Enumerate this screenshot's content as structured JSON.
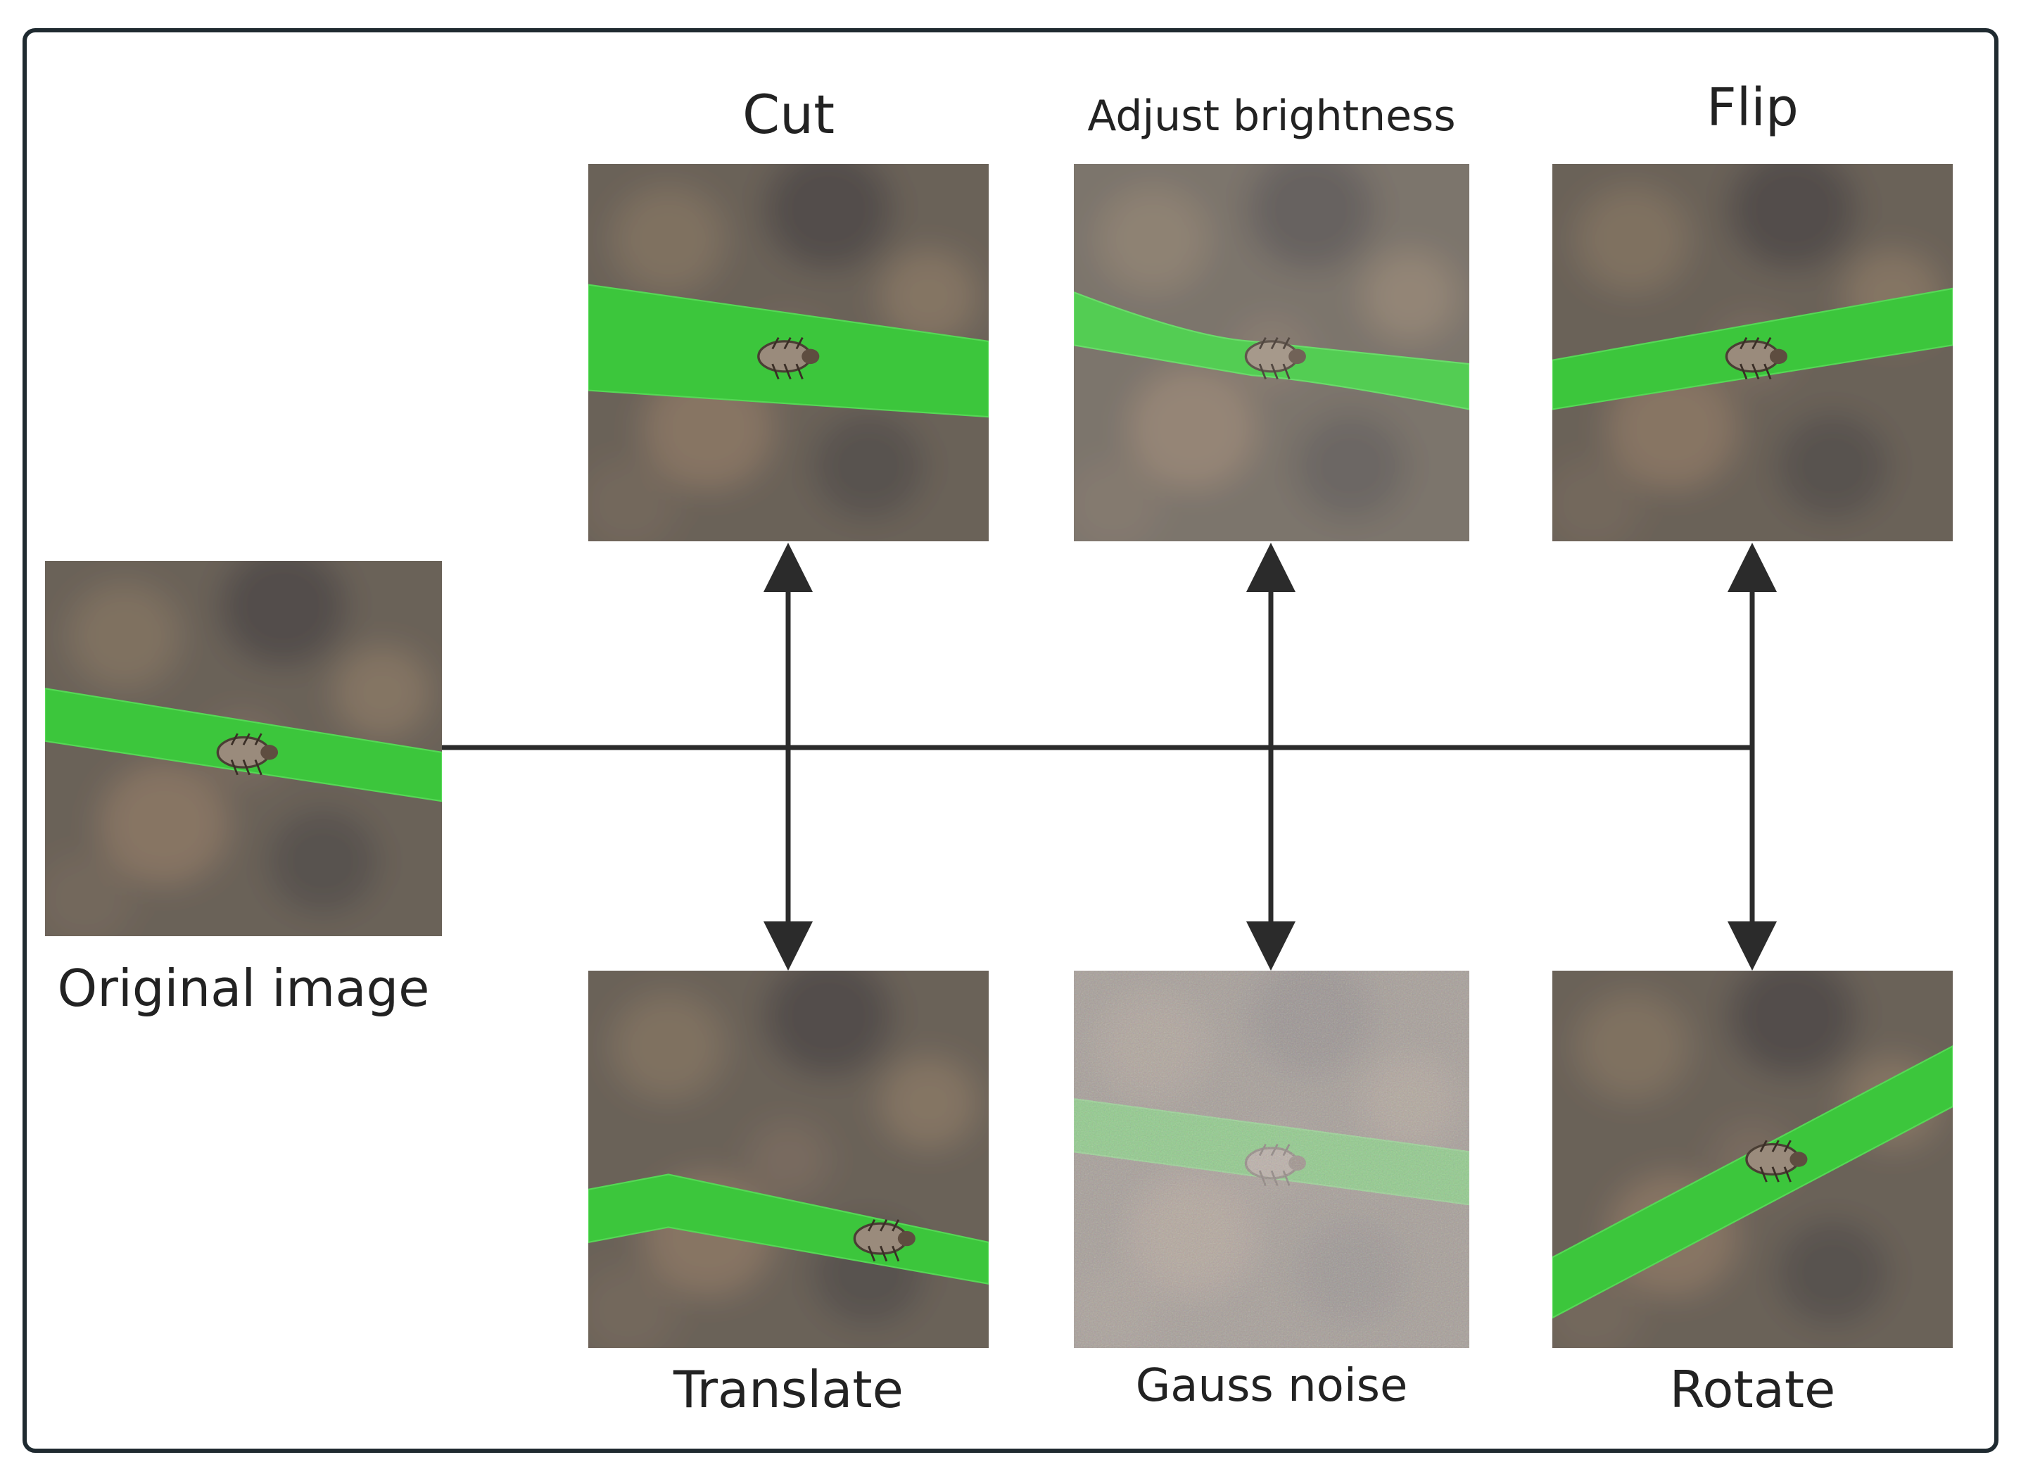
{
  "diagram": {
    "original": {
      "label": "Original image"
    },
    "augmentations": [
      {
        "id": "cut",
        "label": "Cut"
      },
      {
        "id": "brightness",
        "label": "Adjust brightness"
      },
      {
        "id": "flip",
        "label": "Flip"
      },
      {
        "id": "translate",
        "label": "Translate"
      },
      {
        "id": "noise",
        "label": "Gauss noise"
      },
      {
        "id": "rotate",
        "label": "Rotate"
      }
    ]
  },
  "colors": {
    "frame": "#1f2a30",
    "connector": "#2b2b2b",
    "leaf": "#3cc63c",
    "background": "#6b6258"
  }
}
